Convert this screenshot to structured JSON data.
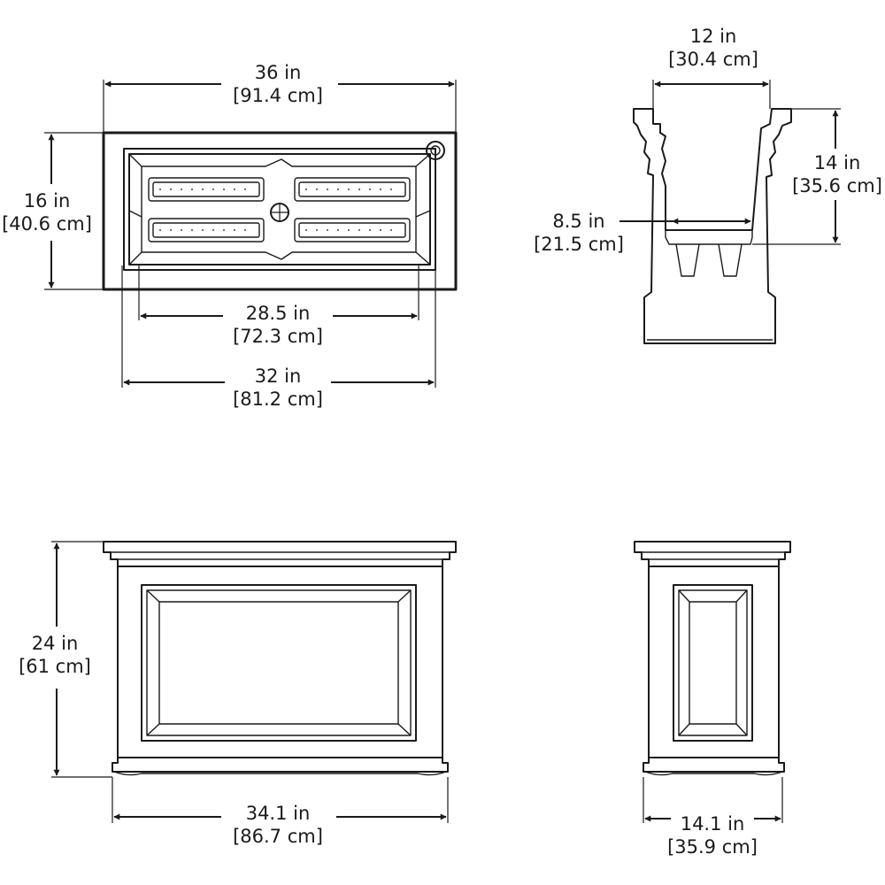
{
  "top_view": {
    "width_outer": {
      "in": "36 in",
      "cm": "[91.4 cm]"
    },
    "depth": {
      "in": "16 in",
      "cm": "[40.6 cm]"
    },
    "inner_width": {
      "in": "28.5 in",
      "cm": "[72.3 cm]"
    },
    "base_width": {
      "in": "32 in",
      "cm": "[81.2 cm]"
    }
  },
  "section_view": {
    "top_opening": {
      "in": "12 in",
      "cm": "[30.4 cm]"
    },
    "liner_depth": {
      "in": "14 in",
      "cm": "[35.6 cm]"
    },
    "liner_bottom": {
      "in": "8.5 in",
      "cm": "[21.5 cm]"
    }
  },
  "front_view": {
    "height": {
      "in": "24 in",
      "cm": "[61 cm]"
    },
    "width": {
      "in": "34.1 in",
      "cm": "[86.7 cm]"
    }
  },
  "side_view": {
    "width": {
      "in": "14.1 in",
      "cm": "[35.9 cm]"
    }
  }
}
